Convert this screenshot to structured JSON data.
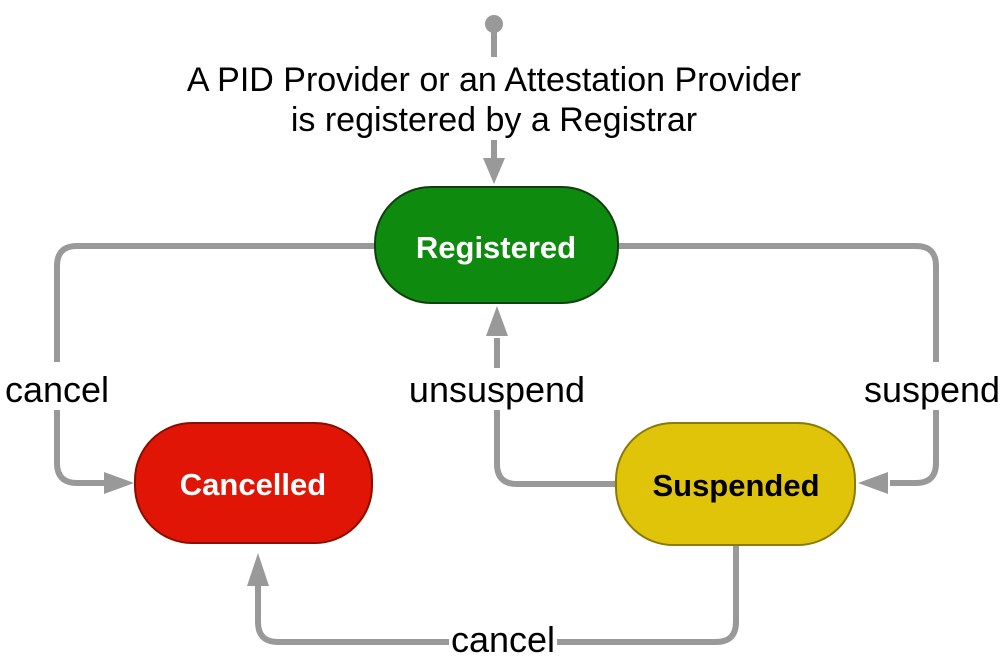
{
  "diagram": {
    "note": {
      "line1": "A PID Provider or an Attestation Provider",
      "line2": "is registered by a Registrar"
    },
    "states": {
      "registered": {
        "label": "Registered",
        "fill": "#0e8a0e",
        "border": "#123f12",
        "text_color": "#ffffff"
      },
      "cancelled": {
        "label": "Cancelled",
        "fill": "#e01505",
        "border": "#8a0d00",
        "text_color": "#ffffff"
      },
      "suspended": {
        "label": "Suspended",
        "fill": "#dfc409",
        "border": "#8a7a06",
        "text_color": "#000000"
      }
    },
    "transitions": {
      "start_to_registered": {
        "from": "start",
        "to": "Registered",
        "label": ""
      },
      "registered_to_cancelled": {
        "from": "Registered",
        "to": "Cancelled",
        "label": "cancel"
      },
      "registered_to_suspended": {
        "from": "Registered",
        "to": "Suspended",
        "label": "suspend"
      },
      "suspended_to_registered": {
        "from": "Suspended",
        "to": "Registered",
        "label": "unsuspend"
      },
      "suspended_to_cancelled": {
        "from": "Suspended",
        "to": "Cancelled",
        "label": "cancel"
      }
    },
    "colors": {
      "edge": "#999999",
      "label_text": "#000000",
      "background": "#ffffff"
    }
  }
}
